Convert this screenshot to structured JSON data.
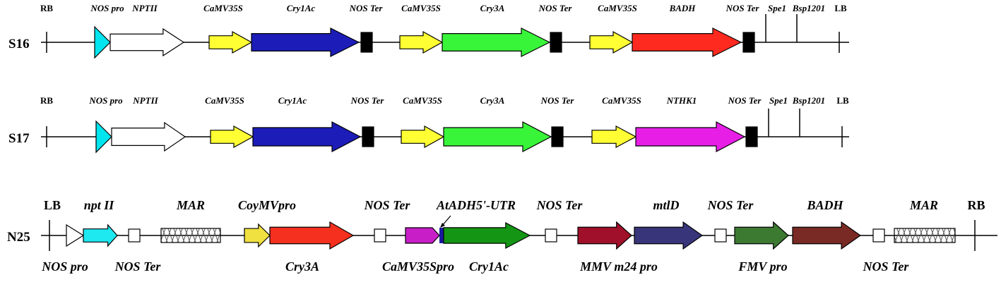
{
  "diagram": {
    "constructs": [
      {
        "name": "S16",
        "features": [
          {
            "kind": "border",
            "label": "RB"
          },
          {
            "kind": "promoter",
            "label": "NOS pro",
            "color": "#00e5ee"
          },
          {
            "kind": "gene",
            "label": "NPTII",
            "color": "#ffffff"
          },
          {
            "kind": "promoter",
            "label": "CaMV35S",
            "color": "#ffff33"
          },
          {
            "kind": "gene",
            "label": "Cry1Ac",
            "color": "#1c1cb8"
          },
          {
            "kind": "terminator",
            "label": "NOS Ter",
            "color": "#000000"
          },
          {
            "kind": "promoter",
            "label": "CaMV35S",
            "color": "#ffff33"
          },
          {
            "kind": "gene",
            "label": "Cry3A",
            "color": "#39f53a"
          },
          {
            "kind": "terminator",
            "label": "NOS Ter",
            "color": "#000000"
          },
          {
            "kind": "promoter",
            "label": "CaMV35S",
            "color": "#ffff33"
          },
          {
            "kind": "gene",
            "label": "BADH",
            "color": "#ff2a1f"
          },
          {
            "kind": "terminator",
            "label": "NOS Ter",
            "color": "#000000"
          },
          {
            "kind": "site",
            "label": "Spe1"
          },
          {
            "kind": "site",
            "label": "Bsp1201"
          },
          {
            "kind": "border",
            "label": "LB"
          }
        ]
      },
      {
        "name": "S17",
        "features": [
          {
            "kind": "border",
            "label": "RB"
          },
          {
            "kind": "promoter",
            "label": "NOS pro",
            "color": "#00e5ee"
          },
          {
            "kind": "gene",
            "label": "NPTII",
            "color": "#ffffff"
          },
          {
            "kind": "promoter",
            "label": "CaMV35S",
            "color": "#ffff33"
          },
          {
            "kind": "gene",
            "label": "Cry1Ac",
            "color": "#1c1cb8"
          },
          {
            "kind": "terminator",
            "label": "NOS Ter",
            "color": "#000000"
          },
          {
            "kind": "promoter",
            "label": "CaMV35S",
            "color": "#ffff33"
          },
          {
            "kind": "gene",
            "label": "Cry3A",
            "color": "#39f53a"
          },
          {
            "kind": "terminator",
            "label": "NOS Ter",
            "color": "#000000"
          },
          {
            "kind": "promoter",
            "label": "CaMV35S",
            "color": "#ffff33"
          },
          {
            "kind": "gene",
            "label": "NTHK1",
            "color": "#e61ee6"
          },
          {
            "kind": "terminator",
            "label": "NOS Ter",
            "color": "#000000"
          },
          {
            "kind": "site",
            "label": "Spe1"
          },
          {
            "kind": "site",
            "label": "Bsp1201"
          },
          {
            "kind": "border",
            "label": "LB"
          }
        ]
      },
      {
        "name": "N25",
        "features": [
          {
            "kind": "border",
            "label": "LB"
          },
          {
            "kind": "promoter",
            "label": "NOS pro",
            "color": "#ffffff"
          },
          {
            "kind": "gene",
            "label": "npt II",
            "color": "#1ee8f0"
          },
          {
            "kind": "terminator",
            "label": "NOS Ter",
            "color": "#ffffff"
          },
          {
            "kind": "mar",
            "label": "MAR"
          },
          {
            "kind": "promoter",
            "label": "CoyMVpro",
            "color": "#f0e040"
          },
          {
            "kind": "gene",
            "label": "Cry3A",
            "color": "#f5301e"
          },
          {
            "kind": "terminator",
            "label": "NOS Ter",
            "color": "#ffffff"
          },
          {
            "kind": "promoter",
            "label": "CaMV35Spro",
            "color": "#c81ec8"
          },
          {
            "kind": "utr",
            "label": "AtADH5'-UTR",
            "color": "#1a1aa0"
          },
          {
            "kind": "gene",
            "label": "Cry1Ac",
            "color": "#149614"
          },
          {
            "kind": "terminator",
            "label": "NOS Ter",
            "color": "#ffffff"
          },
          {
            "kind": "gene",
            "label": "MMV m24 pro",
            "color": "#a0102a"
          },
          {
            "kind": "gene",
            "label": "mtlD",
            "color": "#38357a"
          },
          {
            "kind": "terminator",
            "label": "NOS Ter",
            "color": "#ffffff"
          },
          {
            "kind": "gene",
            "label": "FMV pro",
            "color": "#3c7a32"
          },
          {
            "kind": "gene",
            "label": "BADH",
            "color": "#7a2a24"
          },
          {
            "kind": "terminator",
            "label": "NOS Ter",
            "color": "#ffffff"
          },
          {
            "kind": "mar",
            "label": "MAR"
          },
          {
            "kind": "border",
            "label": "RB"
          }
        ]
      }
    ]
  }
}
